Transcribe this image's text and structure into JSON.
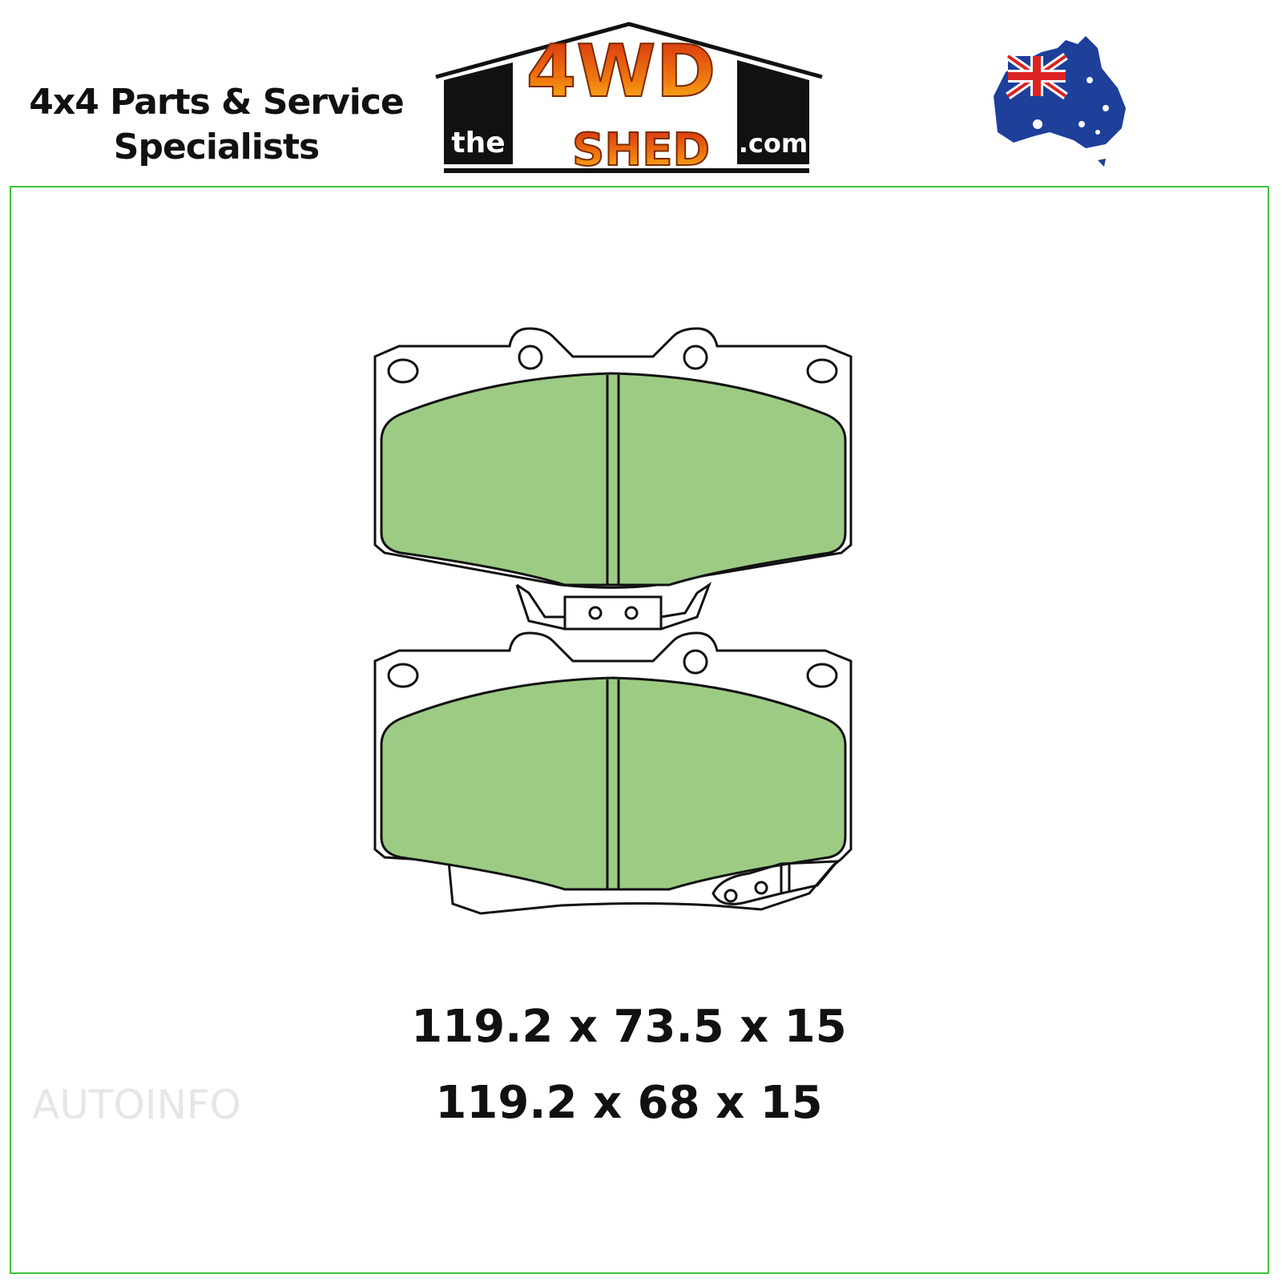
{
  "header": {
    "tagline_line1": "4x4 Parts & Service",
    "tagline_line2": "Specialists",
    "logo": {
      "prefix": "the",
      "main_top": "4WD",
      "main_bottom": "SHED",
      "suffix": ".com"
    }
  },
  "product": {
    "dimensions": [
      "119.2 x 73.5 x 15",
      "119.2 x 68 x 15"
    ],
    "friction_color": "#9dcb84",
    "frame_color": "#3ec43e"
  },
  "watermark": "AUTOINFO"
}
